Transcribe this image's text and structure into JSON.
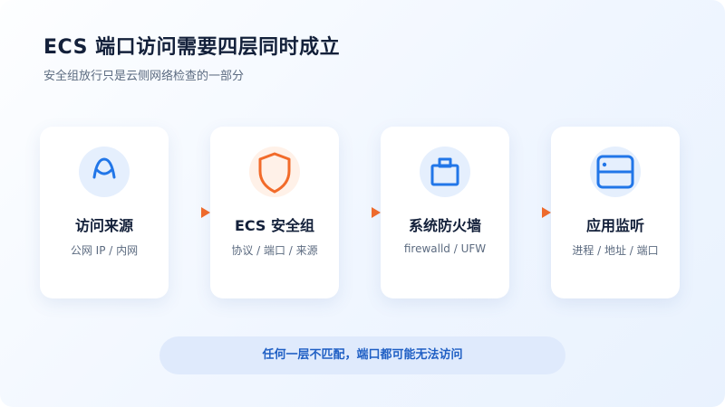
{
  "header": {
    "title": "ECS 端口访问需要四层同时成立",
    "subtitle": "安全组放行只是云侧网络检查的一部分"
  },
  "cards": [
    {
      "title": "访问来源",
      "subtitle": "公网 IP / 内网",
      "icon": "user-icon"
    },
    {
      "title": "ECS 安全组",
      "subtitle": "协议 / 端口 / 来源",
      "icon": "shield-icon"
    },
    {
      "title": "系统防火墙",
      "subtitle": "firewalld / UFW",
      "icon": "firewall-lock-icon"
    },
    {
      "title": "应用监听",
      "subtitle": "进程 / 地址 / 端口",
      "icon": "server-window-icon"
    }
  ],
  "banner": {
    "text": "任何一层不匹配，端口都可能无法访问"
  },
  "colors": {
    "accent_blue": "#2176e8",
    "accent_orange": "#f26b2a",
    "title": "#13203a",
    "muted": "#5c6b80"
  }
}
